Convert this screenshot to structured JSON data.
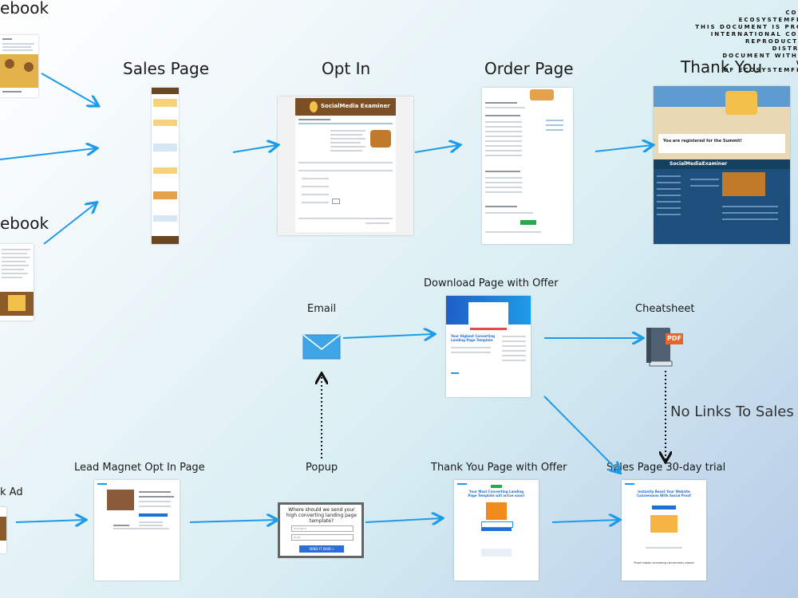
{
  "header": {
    "copyright_lines": [
      "COPYRIGHT ECOSYSTEMFLYWHEEL",
      "THIS DOCUMENT IS PROTECTED",
      "INTERNATIONAL COPYRIGHT",
      "REPRODUCTION AND DISTRIBUTION",
      "DOCUMENT WITHOUT THE WRITTEN",
      "OF ECOSYSTEMFLYWHEEL"
    ]
  },
  "stages": {
    "facebook_top": "ebook",
    "facebook_mid": "ebook",
    "sales_page": "Sales Page",
    "opt_in": "Opt In",
    "order_page": "Order Page",
    "thank_you": "Thank You",
    "download_page": "Download Page with Offer",
    "email": "Email",
    "cheatsheet": "Cheatsheet",
    "no_links": "No Links To Sales",
    "fb_ad": "k Ad",
    "lead_magnet": "Lead Magnet Opt In Page",
    "popup": "Popup",
    "thank_you_offer": "Thank You Page with Offer",
    "sales_trial": "Sales Page 30-day trial"
  },
  "thumbs": {
    "optin_brand": "SocialMedia Examiner",
    "thank_you_heading": "You are registered for the Summit!",
    "thank_you_brand": "SocialMediaExaminer",
    "download_heading": "Your Highest Converting Landing Page Template",
    "popup_title": "Where should we send your high converting landing page template?",
    "popup_name": "First Name",
    "popup_email": "Email",
    "popup_button": "SEND IT NOW »",
    "pdf_label": "PDF",
    "thank_you_offer_heading": "Your Most Converting Landing Page Template will arrive soon!",
    "trial_heading": "Instantly Boost Your Website Conversions With Social Proof",
    "trial_sub": "Proof makes increasing conversions simple"
  },
  "colors": {
    "arrow": "#1e9be8",
    "dotted": "#111111",
    "brand_brown": "#7b4f23",
    "brand_blue": "#1d4f7c",
    "accent_orange": "#f08a1c",
    "email_blue": "#3ea6e6"
  },
  "icons": [
    "envelope-icon",
    "pdf-book-icon",
    "arrow-icon"
  ]
}
